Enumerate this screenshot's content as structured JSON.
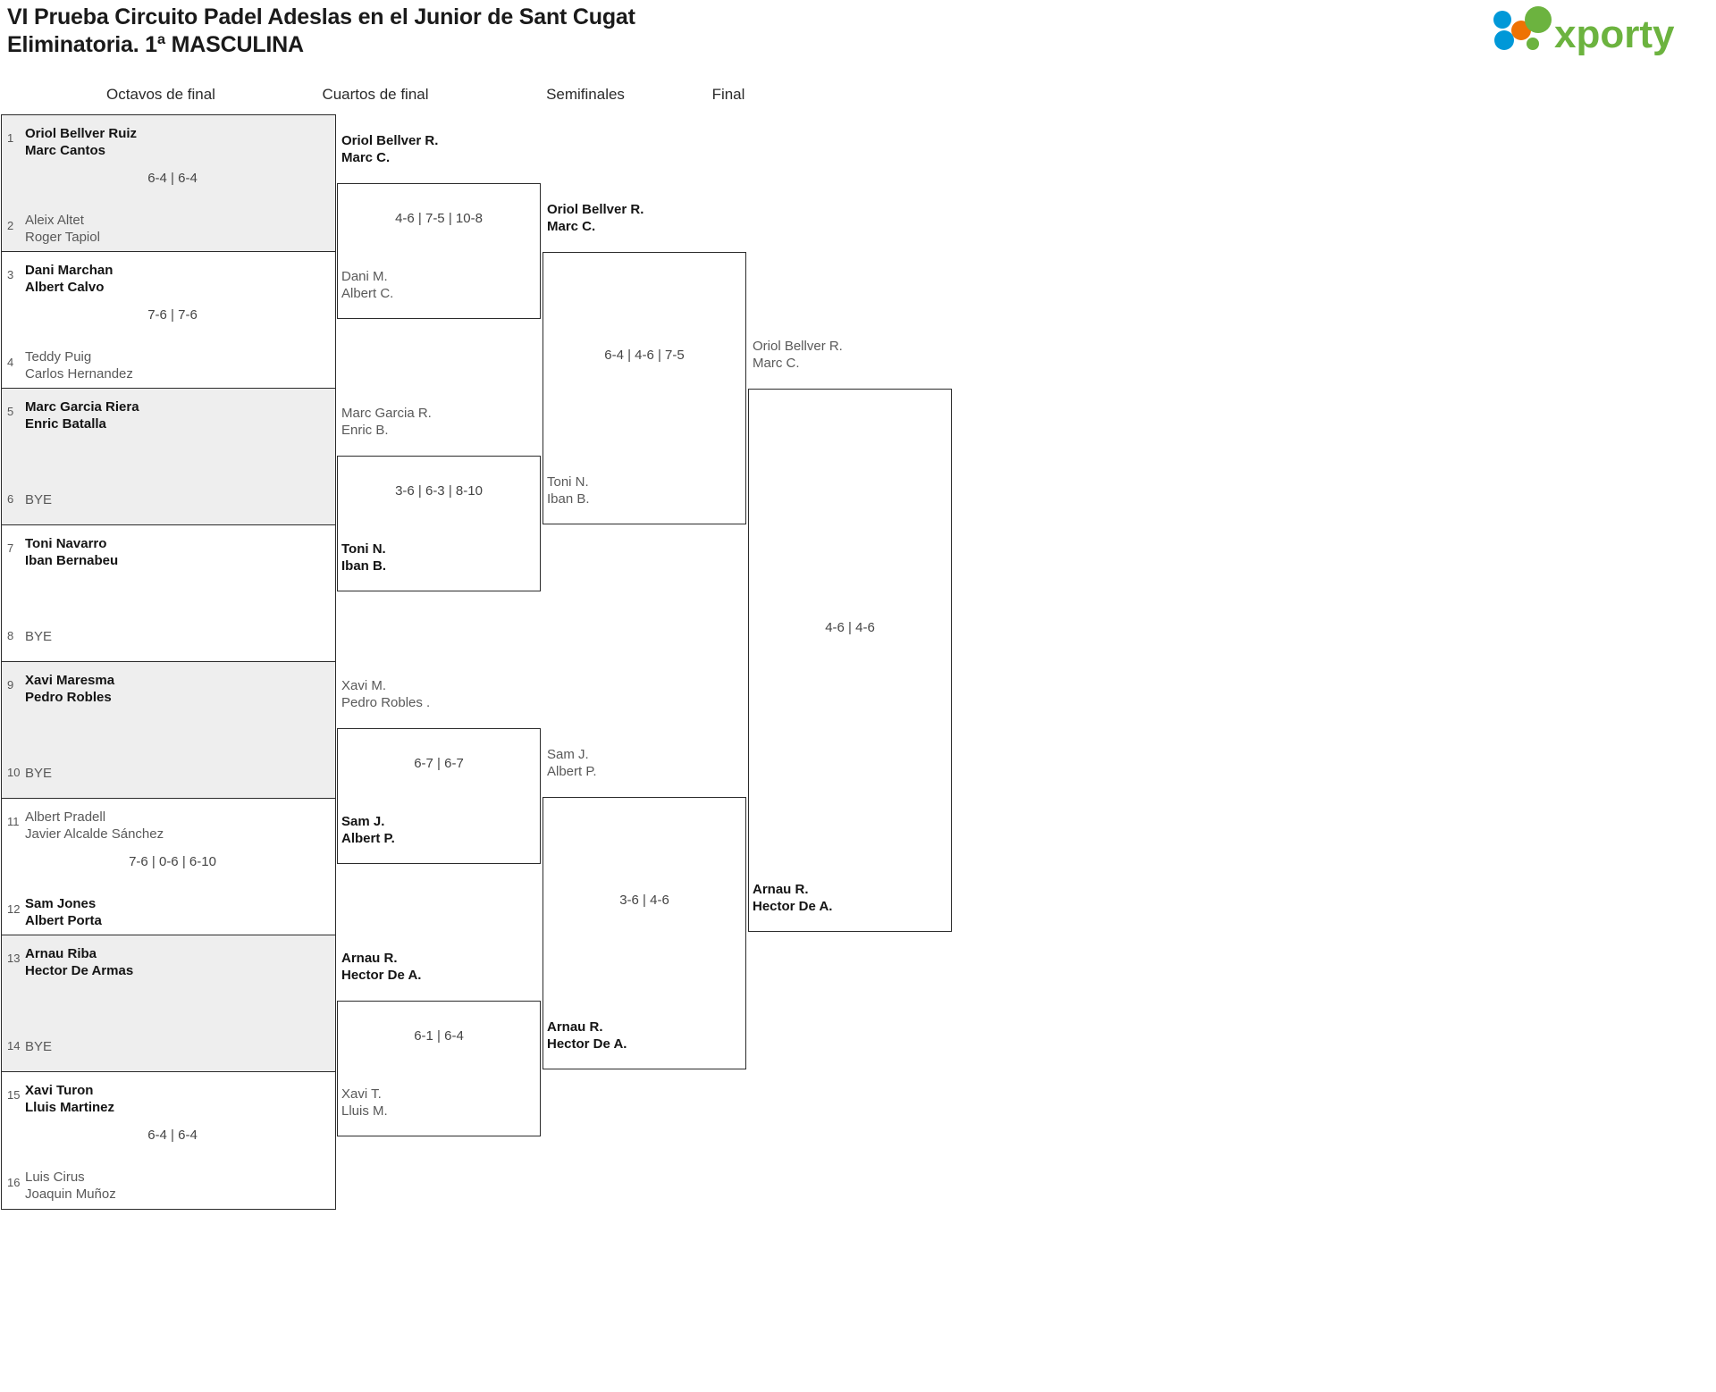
{
  "header": {
    "title_line1": "VI Prueba Circuito Padel Adeslas en el Junior de Sant Cugat",
    "title_line2": "Eliminatoria. 1ª MASCULINA",
    "logo_text": "xporty",
    "logo_colors": {
      "green": "#6cb33f",
      "blue": "#0098d8",
      "orange": "#ee7203"
    }
  },
  "rounds": [
    {
      "label": "Octavos de final"
    },
    {
      "label": "Cuartos de final"
    },
    {
      "label": "Semifinales"
    },
    {
      "label": "Final"
    }
  ],
  "round_of_16": [
    {
      "seed_top": "1",
      "top_line1": "Oriol Bellver Ruiz",
      "top_line2": "Marc Cantos",
      "top_winner": true,
      "seed_bot": "2",
      "bot_line1": "Aleix Altet",
      "bot_line2": "Roger Tapiol",
      "bot_winner": false,
      "score": "6-4 | 6-4",
      "bye": false
    },
    {
      "seed_top": "3",
      "top_line1": "Dani Marchan",
      "top_line2": "Albert Calvo",
      "top_winner": true,
      "seed_bot": "4",
      "bot_line1": "Teddy Puig",
      "bot_line2": "Carlos Hernandez",
      "bot_winner": false,
      "score": "7-6 | 7-6",
      "bye": false
    },
    {
      "seed_top": "5",
      "top_line1": "Marc Garcia Riera",
      "top_line2": "Enric Batalla",
      "top_winner": true,
      "seed_bot": "6",
      "bot_line1": "BYE",
      "bot_line2": "",
      "bot_winner": false,
      "score": "",
      "bye": true
    },
    {
      "seed_top": "7",
      "top_line1": "Toni Navarro",
      "top_line2": "Iban Bernabeu",
      "top_winner": true,
      "seed_bot": "8",
      "bot_line1": "BYE",
      "bot_line2": "",
      "bot_winner": false,
      "score": "",
      "bye": true
    },
    {
      "seed_top": "9",
      "top_line1": "Xavi Maresma",
      "top_line2": "Pedro Robles",
      "top_winner": true,
      "seed_bot": "10",
      "bot_line1": "BYE",
      "bot_line2": "",
      "bot_winner": false,
      "score": "",
      "bye": true
    },
    {
      "seed_top": "11",
      "top_line1": "Albert Pradell",
      "top_line2": "Javier Alcalde Sánchez",
      "top_winner": false,
      "seed_bot": "12",
      "bot_line1": "Sam Jones",
      "bot_line2": "Albert Porta",
      "bot_winner": true,
      "score": "7-6 | 0-6 | 6-10",
      "bye": false
    },
    {
      "seed_top": "13",
      "top_line1": "Arnau Riba",
      "top_line2": "Hector De Armas",
      "top_winner": true,
      "seed_bot": "14",
      "bot_line1": "BYE",
      "bot_line2": "",
      "bot_winner": false,
      "score": "",
      "bye": true
    },
    {
      "seed_top": "15",
      "top_line1": "Xavi Turon",
      "top_line2": "Lluis Martinez",
      "top_winner": true,
      "seed_bot": "16",
      "bot_line1": "Luis Cirus",
      "bot_line2": "Joaquin Muñoz",
      "bot_winner": false,
      "score": "6-4 | 6-4",
      "bye": false
    }
  ],
  "quarter_finals": [
    {
      "top_line1": "Oriol Bellver R.",
      "top_line2": "Marc C.",
      "top_winner": true,
      "bot_line1": "Dani M.",
      "bot_line2": "Albert C.",
      "bot_winner": false,
      "score": "4-6 | 7-5 | 10-8"
    },
    {
      "top_line1": "Marc Garcia R.",
      "top_line2": "Enric B.",
      "top_winner": false,
      "bot_line1": "Toni N.",
      "bot_line2": "Iban B.",
      "bot_winner": true,
      "score": "3-6 | 6-3 | 8-10"
    },
    {
      "top_line1": "Xavi M.",
      "top_line2": "Pedro Robles .",
      "top_winner": false,
      "bot_line1": "Sam J.",
      "bot_line2": "Albert P.",
      "bot_winner": true,
      "score": "6-7 | 6-7"
    },
    {
      "top_line1": "Arnau R.",
      "top_line2": "Hector De A.",
      "top_winner": true,
      "bot_line1": "Xavi T.",
      "bot_line2": "Lluis M.",
      "bot_winner": false,
      "score": "6-1 | 6-4"
    }
  ],
  "semi_finals": [
    {
      "top_line1": "Oriol Bellver R.",
      "top_line2": "Marc C.",
      "top_winner": true,
      "bot_line1": "Toni N.",
      "bot_line2": "Iban B.",
      "bot_winner": false,
      "score": "6-4 | 4-6 | 7-5"
    },
    {
      "top_line1": "Sam J.",
      "top_line2": "Albert P.",
      "top_winner": false,
      "bot_line1": "Arnau R.",
      "bot_line2": "Hector De A.",
      "bot_winner": true,
      "score": "3-6 | 4-6"
    }
  ],
  "final": {
    "top_line1": "Oriol Bellver R.",
    "top_line2": "Marc C.",
    "top_winner": false,
    "bot_line1": "Arnau R.",
    "bot_line2": "Hector De A.",
    "bot_winner": true,
    "score": "4-6 | 4-6"
  }
}
